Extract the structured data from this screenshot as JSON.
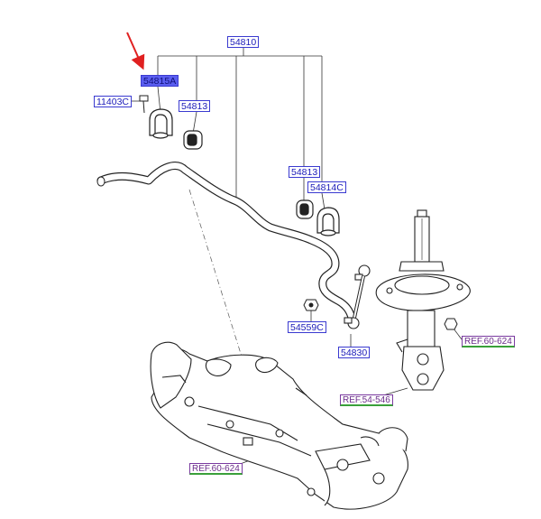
{
  "callouts": {
    "c54810": "54810",
    "c54815A": "54815A",
    "c11403C": "11403C",
    "c54813a": "54813",
    "c54813b": "54813",
    "c54814C": "54814C",
    "c54559C": "54559C",
    "c54830": "54830"
  },
  "refs": {
    "ref_right": "REF.60-624",
    "ref_mid": "REF.54-546",
    "ref_bottom": "REF.60-624"
  },
  "colors": {
    "callout_text": "#1a1ab8",
    "callout_selected_bg": "#5a5ef0",
    "ref_text": "#6a2b8a",
    "ref_underline": "#3aa03a",
    "pointer_arrow": "#e02020"
  }
}
